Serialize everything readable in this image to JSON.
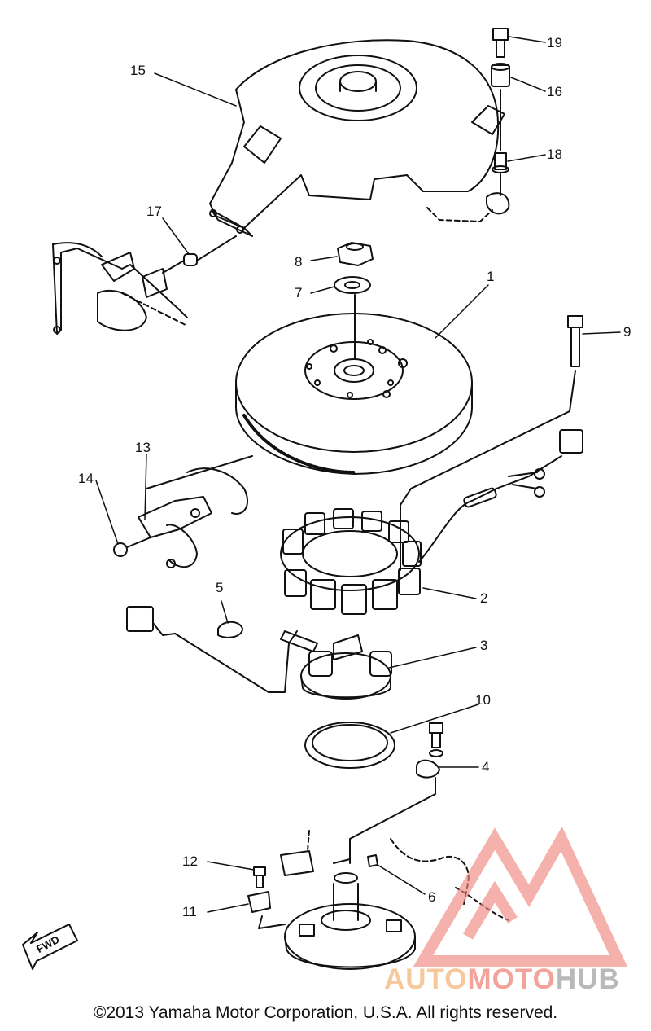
{
  "parts": [
    {
      "id": "p19",
      "label": "19"
    },
    {
      "id": "p16",
      "label": "16"
    },
    {
      "id": "p15",
      "label": "15"
    },
    {
      "id": "p18",
      "label": "18"
    },
    {
      "id": "p17",
      "label": "17"
    },
    {
      "id": "p8",
      "label": "8"
    },
    {
      "id": "p7",
      "label": "7"
    },
    {
      "id": "p1",
      "label": "1"
    },
    {
      "id": "p9",
      "label": "9"
    },
    {
      "id": "p13",
      "label": "13"
    },
    {
      "id": "p14",
      "label": "14"
    },
    {
      "id": "p2",
      "label": "2"
    },
    {
      "id": "p5",
      "label": "5"
    },
    {
      "id": "p3",
      "label": "3"
    },
    {
      "id": "p10",
      "label": "10"
    },
    {
      "id": "p4",
      "label": "4"
    },
    {
      "id": "p12",
      "label": "12"
    },
    {
      "id": "p6",
      "label": "6"
    },
    {
      "id": "p11",
      "label": "11"
    }
  ],
  "direction_label": "FWD",
  "watermark": {
    "part1": "AUTO",
    "part2": "MOTO",
    "part3": "HUB",
    "colors": {
      "auto": "#f6c89c",
      "moto": "#f4a39b",
      "hub": "#b9b9b9",
      "logo": "#f08a80"
    }
  },
  "copyright": "©2013 Yamaha Motor Corporation, U.S.A. All rights reserved."
}
